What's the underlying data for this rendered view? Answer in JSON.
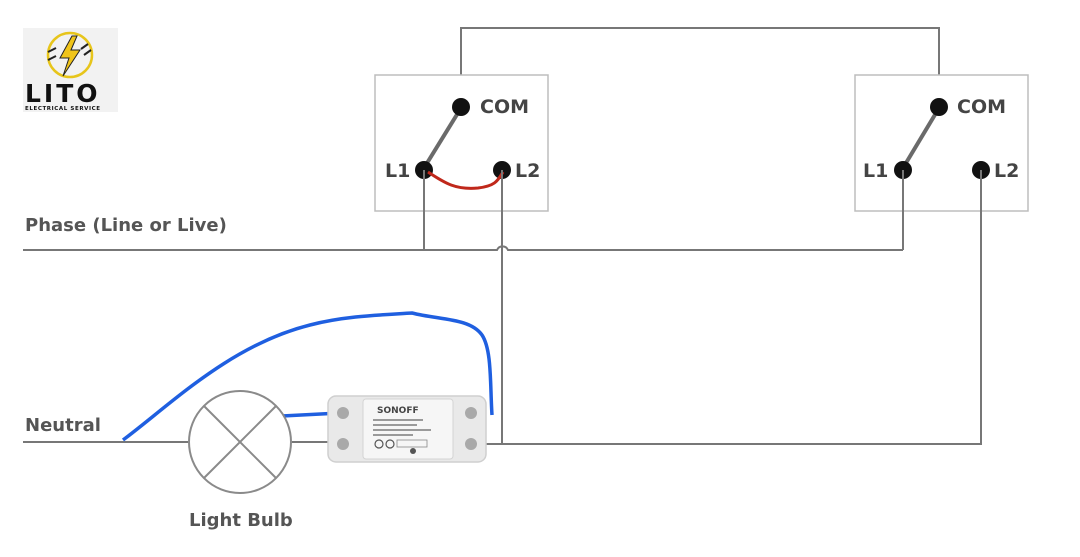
{
  "logo": {
    "name": "LITO",
    "tagline": "ELECTRICAL SERVICE",
    "icon": "plug-lightning-icon"
  },
  "labels": {
    "phase": "Phase (Line or Live)",
    "neutral": "Neutral",
    "bulb": "Light Bulb"
  },
  "switch_left": {
    "com": "COM",
    "l1": "L1",
    "l2": "L2"
  },
  "switch_right": {
    "com": "COM",
    "l1": "L1",
    "l2": "L2"
  },
  "smart_relay": {
    "brand": "SONOFF",
    "icon": "smart-switch-module-icon"
  },
  "colors": {
    "wire": "#777777",
    "neutral_wire": "#1f5fe0",
    "jumper_wire": "#c0281b",
    "terminal": "#111111"
  }
}
